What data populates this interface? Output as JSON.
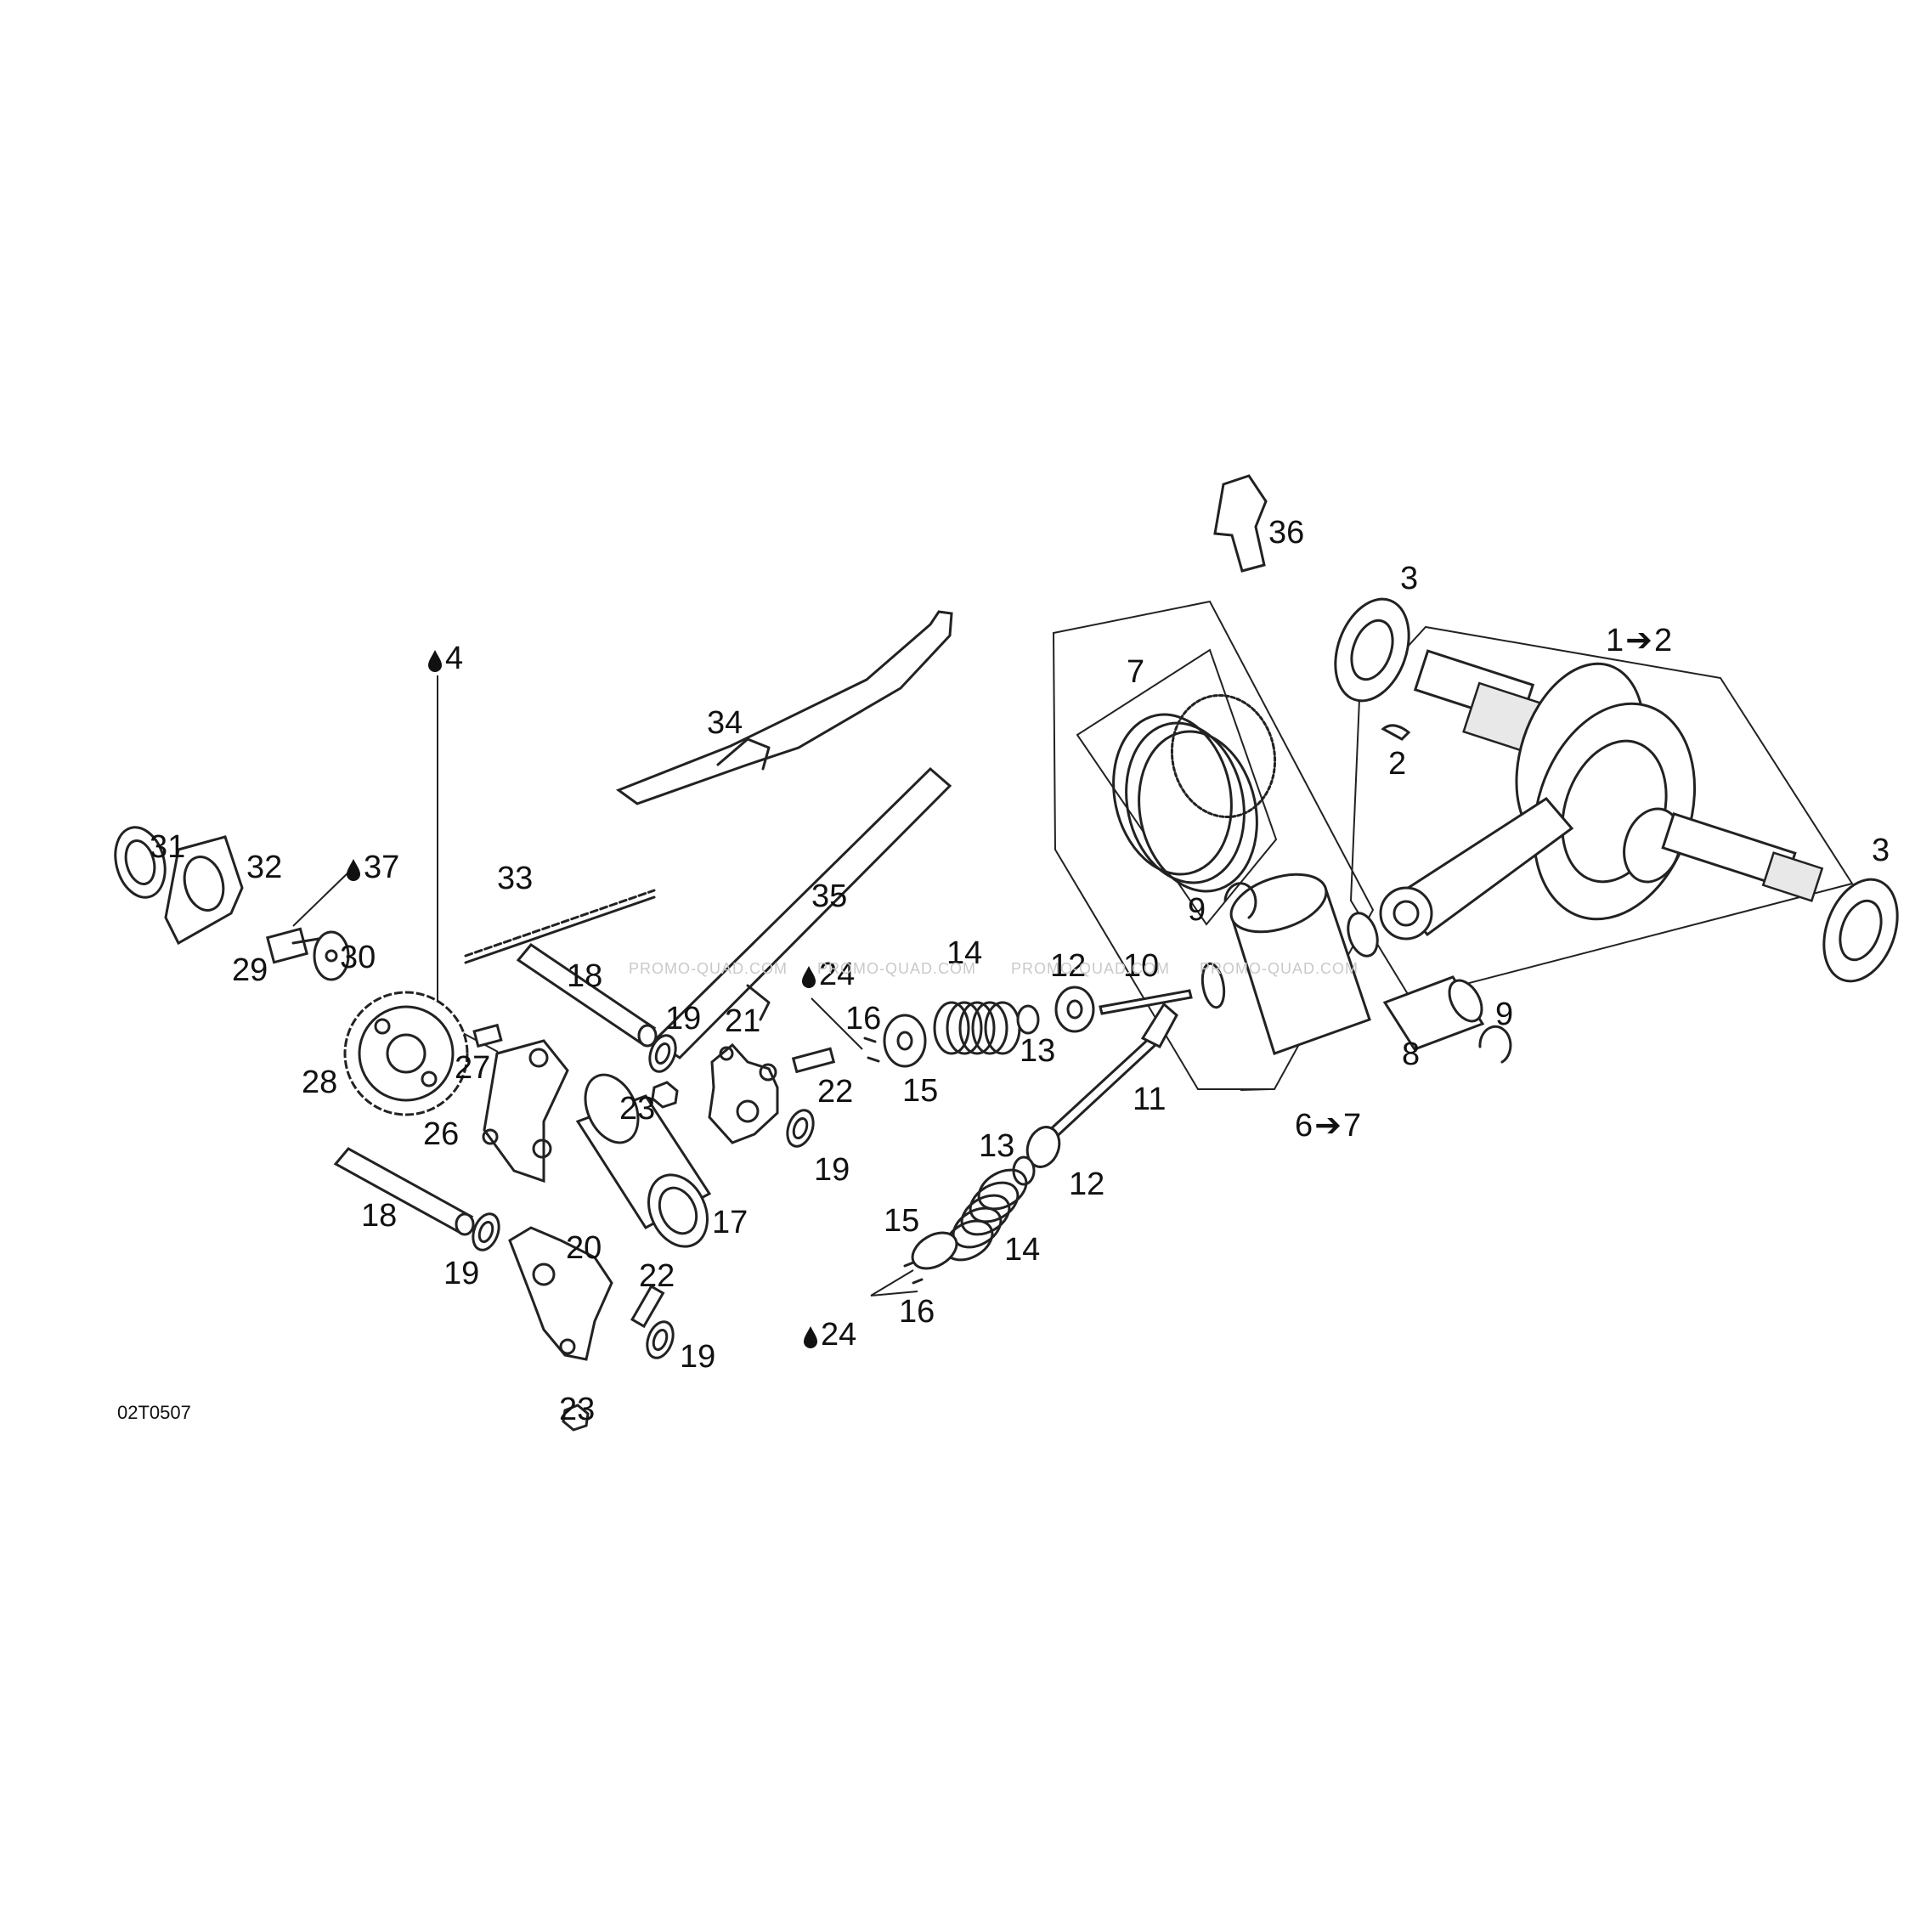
{
  "diagram": {
    "code": "02T0507",
    "watermarks": [
      "PROMO-QUAD.COM",
      "PROMO-QUAD.COM",
      "PROMO-QUAD.COM",
      "PROMO-QUAD.COM"
    ],
    "callouts": {
      "c1": "1",
      "c1_to": "2",
      "c2": "2",
      "c3a": "3",
      "c3b": "3",
      "c4": "4",
      "c6": "6",
      "c6_to": "7",
      "c7": "7",
      "c8": "8",
      "c9a": "9",
      "c9b": "9",
      "c10": "10",
      "c11": "11",
      "c12a": "12",
      "c12b": "12",
      "c13a": "13",
      "c13b": "13",
      "c14a": "14",
      "c14b": "14",
      "c15a": "15",
      "c15b": "15",
      "c16a": "16",
      "c16b": "16",
      "c17": "17",
      "c18a": "18",
      "c18b": "18",
      "c19a": "19",
      "c19b": "19",
      "c19c": "19",
      "c19d": "19",
      "c20": "20",
      "c21": "21",
      "c22a": "22",
      "c22b": "22",
      "c23a": "23",
      "c23b": "23",
      "c24a": "24",
      "c24b": "24",
      "c26": "26",
      "c27": "27",
      "c28": "28",
      "c29": "29",
      "c30": "30",
      "c31": "31",
      "c32": "32",
      "c33": "33",
      "c34": "34",
      "c35": "35",
      "c36": "36",
      "c37": "37"
    }
  }
}
